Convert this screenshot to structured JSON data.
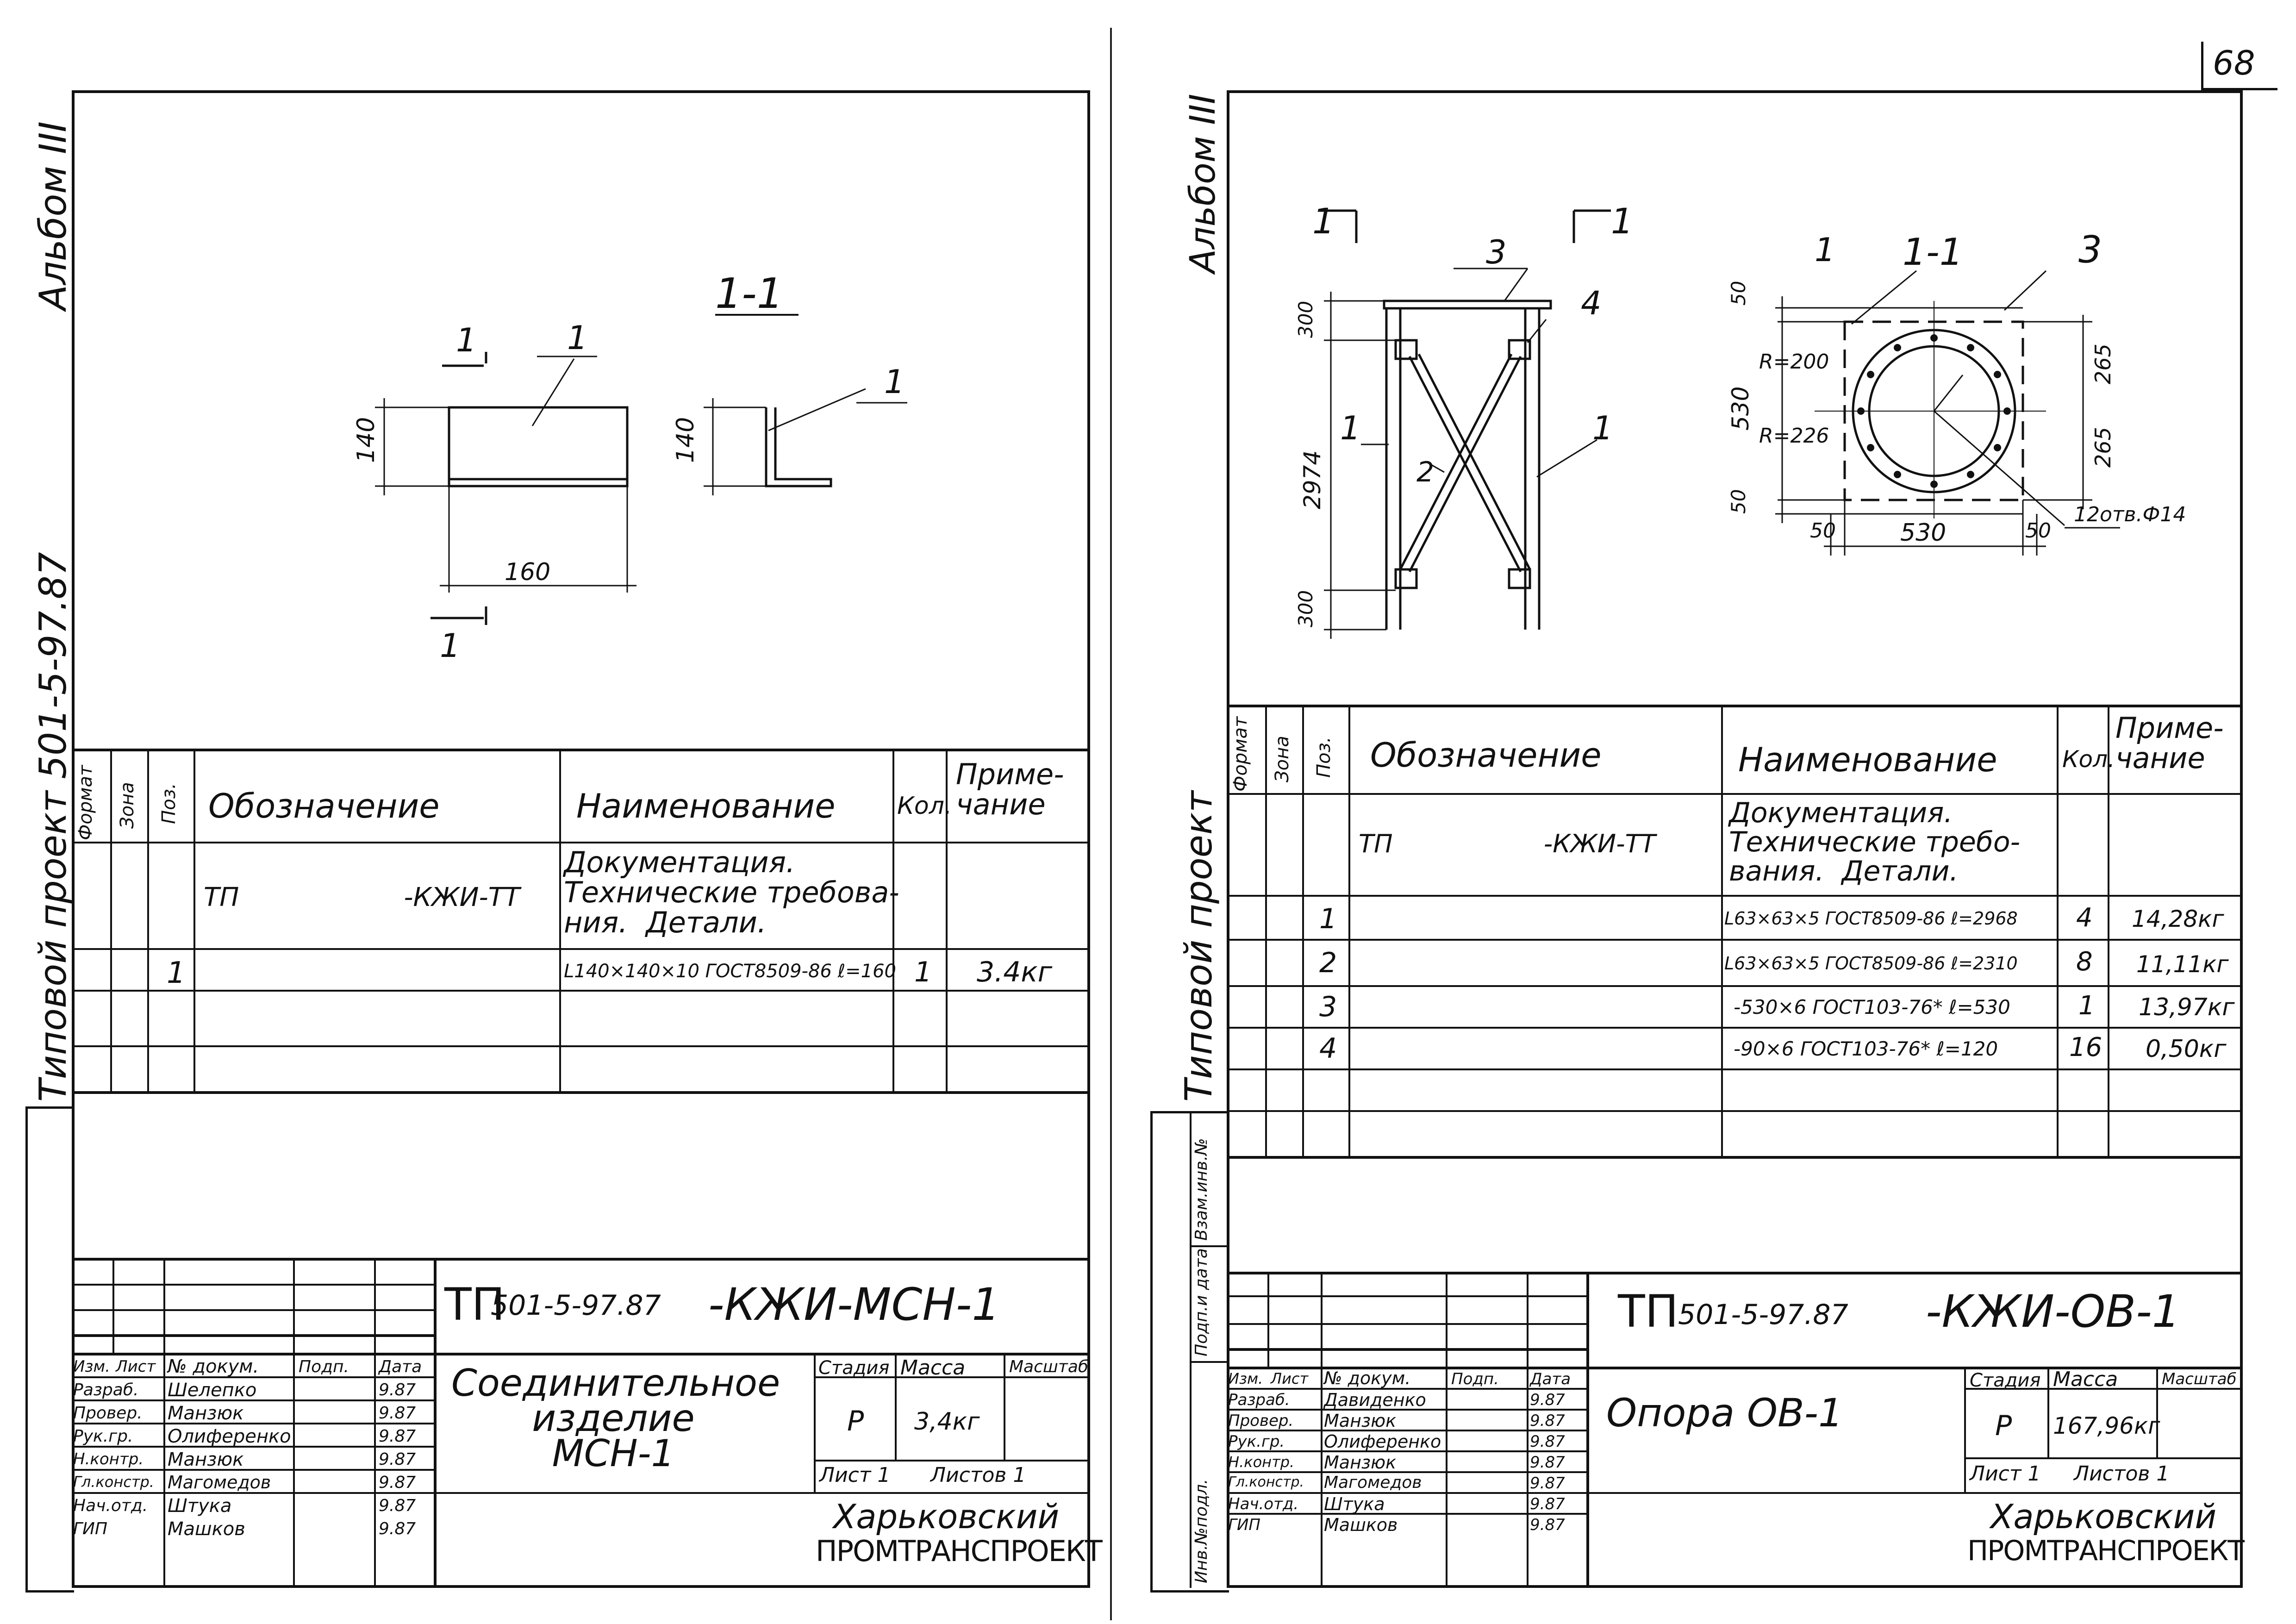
{
  "page_number": "68",
  "left": {
    "side_album": "Альбом III",
    "side_project": "Типовой проект 501-5-97.87",
    "section_label": "1-1",
    "cut_mark": "1",
    "pos_label": "1",
    "dim_140a": "140",
    "dim_140b": "140",
    "dim_160": "160",
    "spec": {
      "headers": {
        "format": "Формат",
        "zone": "Зона",
        "pos": "Поз.",
        "designation": "Обозначение",
        "name": "Наименование",
        "qty": "Кол.",
        "note": "Приме-\nчание"
      },
      "rows": [
        {
          "pos": "",
          "designation": "ТП                    -КЖИ-ТТ",
          "name": "Документация.\nТехнические требова-\nния.  Детали.",
          "qty": "",
          "note": ""
        },
        {
          "pos": "1",
          "designation": "",
          "name": "L140×140×10 ГОСТ8509-86 ℓ=160",
          "qty": "1",
          "note": "3.4кг"
        }
      ]
    },
    "title": {
      "code_prefix": "ТП",
      "code_num": "501-5-97.87",
      "code_suffix": "-КЖИ-МСН-1",
      "hdr": {
        "izm": "Изм.",
        "list": "Лист",
        "doc": "№ докум.",
        "sign": "Подп.",
        "date": "Дата"
      },
      "people": [
        {
          "role": "Разраб.",
          "name": "Шелепко",
          "date": "9.87"
        },
        {
          "role": "Провер.",
          "name": "Манзюк",
          "date": "9.87"
        },
        {
          "role": "Рук.гр.",
          "name": "Олиференко",
          "date": "9.87"
        },
        {
          "role": "Н.контр.",
          "name": "Манзюк",
          "date": "9.87"
        },
        {
          "role": "Гл.констр.",
          "name": "Магомедов",
          "date": "9.87"
        },
        {
          "role": "Нач.отд.",
          "name": "Штука",
          "date": "9.87"
        },
        {
          "role": "ГИП",
          "name": "Машков",
          "date": "9.87"
        }
      ],
      "item_name": "Соединительное\nизделие\nМСН-1",
      "stage_label": "Стадия",
      "mass_label": "Масса",
      "scale_label": "Масштаб",
      "stage": "Р",
      "mass": "3,4кг",
      "sheet": "Лист 1",
      "sheets": "Листов 1",
      "org1": "Харьковский",
      "org2": "ПРОМТРАНСПРОЕКТ"
    }
  },
  "right": {
    "side_album": "Альбом III",
    "side_project": "Типовой проект",
    "side_labels": [
      "Инв.№подл.",
      "Подп.и дата",
      "Взам.инв.№"
    ],
    "elev": {
      "cut1": "1",
      "cut2": "1",
      "p3": "3",
      "p4": "4",
      "p1a": "1",
      "p2": "2",
      "p1b": "1",
      "d300a": "300",
      "d2974": "2974",
      "d300b": "300"
    },
    "plan": {
      "title": "1-1",
      "p1": "1",
      "p3": "3",
      "r200": "R=200",
      "r226": "R=226",
      "d50a": "50",
      "d530v": "530",
      "d50b": "50",
      "d265a": "265",
      "d265b": "265",
      "d50c": "50",
      "d530h": "530",
      "d50d": "50",
      "holes": "12отв.Ф14"
    },
    "spec": {
      "headers": {
        "format": "Формат",
        "zone": "Зона",
        "pos": "Поз.",
        "designation": "Обозначение",
        "name": "Наименование",
        "qty": "Кол.",
        "note": "Приме-\nчание"
      },
      "rows": [
        {
          "pos": "",
          "designation": "ТП                   -КЖИ-ТТ",
          "name": "Документация.\nТехнические требо-\nвания.  Детали.",
          "qty": "",
          "note": ""
        },
        {
          "pos": "1",
          "designation": "",
          "name": "L63×63×5 ГОСТ8509-86 ℓ=2968",
          "qty": "4",
          "note": "14,28кг"
        },
        {
          "pos": "2",
          "designation": "",
          "name": "L63×63×5 ГОСТ8509-86 ℓ=2310",
          "qty": "8",
          "note": "11,11кг"
        },
        {
          "pos": "3",
          "designation": "",
          "name": "-530×6 ГОСТ103-76* ℓ=530",
          "qty": "1",
          "note": "13,97кг"
        },
        {
          "pos": "4",
          "designation": "",
          "name": "-90×6 ГОСТ103-76* ℓ=120",
          "qty": "16",
          "note": "0,50кг"
        }
      ]
    },
    "title": {
      "code_prefix": "ТП",
      "code_num": "501-5-97.87",
      "code_suffix": "-КЖИ-ОВ-1",
      "hdr": {
        "izm": "Изм.",
        "list": "Лист",
        "doc": "№ докум.",
        "sign": "Подп.",
        "date": "Дата"
      },
      "people": [
        {
          "role": "Разраб.",
          "name": "Давиденко",
          "date": "9.87"
        },
        {
          "role": "Провер.",
          "name": "Манзюк",
          "date": "9.87"
        },
        {
          "role": "Рук.гр.",
          "name": "Олиференко",
          "date": "9.87"
        },
        {
          "role": "Н.контр.",
          "name": "Манзюк",
          "date": "9.87"
        },
        {
          "role": "Гл.констр.",
          "name": "Магомедов",
          "date": "9.87"
        },
        {
          "role": "Нач.отд.",
          "name": "Штука",
          "date": "9.87"
        },
        {
          "role": "ГИП",
          "name": "Машков",
          "date": "9.87"
        }
      ],
      "item_name": "Опора  ОВ-1",
      "stage_label": "Стадия",
      "mass_label": "Масса",
      "scale_label": "Масштаб",
      "stage": "Р",
      "mass": "167,96кг",
      "sheet": "Лист 1",
      "sheets": "Листов 1",
      "org1": "Харьковский",
      "org2": "ПРОМТРАНСПРОЕКТ"
    }
  }
}
